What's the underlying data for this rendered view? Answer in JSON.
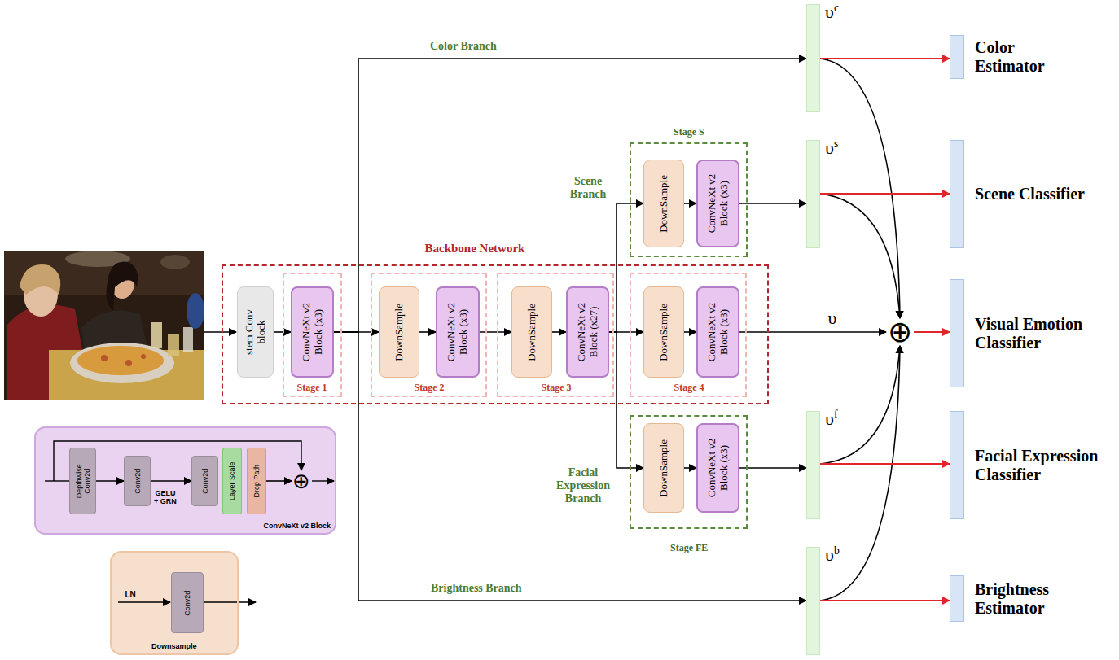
{
  "diagram": {
    "nodes": [
      {
        "text": [
          "Backbone Network"
        ]
      },
      {
        "text": [
          "stem Conv block"
        ],
        "in": 0
      },
      {
        "text": [
          "Stage 1"
        ],
        "in": 0
      },
      {
        "text": [
          "ConvNeXt v2 Block (x3)"
        ],
        "in": 2
      },
      {
        "text": [
          "Stage 2"
        ],
        "in": 0
      },
      {
        "text": [
          "DownSample"
        ],
        "in": 4
      },
      {
        "text": [
          "ConvNeXt v2 Block (x3)"
        ],
        "in": 4
      },
      {
        "text": [
          "Stage 3"
        ],
        "in": 0
      },
      {
        "text": [
          "DownSample"
        ],
        "in": 7
      },
      {
        "text": [
          "ConvNeXt v2 Block (x27)"
        ],
        "in": 7
      },
      {
        "text": [
          "Stage 4"
        ],
        "in": 0
      },
      {
        "text": [
          "DownSample"
        ],
        "in": 10
      },
      {
        "text": [
          "ConvNeXt v2 Block (x3)"
        ],
        "in": 10
      },
      {
        "text": [
          "Stage S"
        ]
      },
      {
        "text": [
          "DownSample"
        ],
        "in": 13
      },
      {
        "text": [
          "ConvNeXt v2 Block (x3)"
        ],
        "in": 13
      },
      {
        "text": [
          "Stage FE"
        ]
      },
      {
        "text": [
          "DownSample"
        ],
        "in": 16
      },
      {
        "text": [
          "ConvNeXt v2 Block (x3)"
        ],
        "in": 16
      },
      {
        "text": [
          "υc"
        ]
      },
      {
        "text": [
          "υs"
        ]
      },
      {
        "text": [
          "⊕"
        ]
      },
      {
        "text": [
          "υf"
        ]
      },
      {
        "text": [
          "υb"
        ]
      },
      {
        "text": [
          "Color Estimator"
        ]
      },
      {
        "text": [
          "Scene Classifier"
        ]
      },
      {
        "text": [
          "Visual Emotion Classifier"
        ]
      },
      {
        "text": [
          "Facial Expression Classifier"
        ]
      },
      {
        "text": [
          "Brightness Estimator"
        ]
      },
      {
        "text": [
          "ConvNeXt v2 Block"
        ]
      },
      {
        "text": [
          "Depthwise Conv2d"
        ],
        "in": 29
      },
      {
        "text": [
          "Conv2d"
        ],
        "in": 29
      },
      {
        "text": [
          "Conv2d"
        ],
        "in": 29
      },
      {
        "text": [
          "Layer Scale"
        ],
        "in": 29
      },
      {
        "text": [
          "Drop Path"
        ],
        "in": 29
      },
      {
        "text": [
          "⊕"
        ],
        "in": 29
      },
      {
        "text": [
          "Downsample"
        ]
      },
      {
        "text": [
          "Conv2d"
        ],
        "in": 36
      }
    ],
    "edges": [
      {
        "from": 1,
        "to": 3,
        "arrow": "to"
      },
      {
        "from": 3,
        "to": 5,
        "arrow": "to"
      },
      {
        "from": 5,
        "to": 6,
        "arrow": "to"
      },
      {
        "from": 6,
        "to": 8,
        "arrow": "to"
      },
      {
        "from": 8,
        "to": 9,
        "arrow": "to"
      },
      {
        "from": 9,
        "to": 11,
        "arrow": "to"
      },
      {
        "from": 11,
        "to": 12,
        "arrow": "to"
      },
      {
        "from": 9,
        "to": 14,
        "label": "Scene Branch",
        "arrow": "to"
      },
      {
        "from": 14,
        "to": 15,
        "arrow": "to"
      },
      {
        "from": 9,
        "to": 17,
        "label": "Facial Expression Branch",
        "arrow": "to"
      },
      {
        "from": 17,
        "to": 18,
        "arrow": "to"
      },
      {
        "from": 3,
        "to": 19,
        "label": "Color Branch",
        "arrow": "to"
      },
      {
        "from": 3,
        "to": 23,
        "label": "Brightness Branch",
        "arrow": "to"
      },
      {
        "from": 15,
        "to": 20,
        "arrow": "to"
      },
      {
        "from": 18,
        "to": 22,
        "arrow": "to"
      },
      {
        "from": 12,
        "to": 21,
        "label": "υ",
        "arrow": "to"
      },
      {
        "from": 19,
        "to": 21,
        "arrow": "to"
      },
      {
        "from": 20,
        "to": 21,
        "arrow": "to"
      },
      {
        "from": 22,
        "to": 21,
        "arrow": "to"
      },
      {
        "from": 23,
        "to": 21,
        "arrow": "to"
      },
      {
        "from": 19,
        "to": 24,
        "arrow": "to"
      },
      {
        "from": 20,
        "to": 25,
        "arrow": "to"
      },
      {
        "from": 21,
        "to": 26,
        "arrow": "to"
      },
      {
        "from": 22,
        "to": 27,
        "arrow": "to"
      },
      {
        "from": 23,
        "to": 28,
        "arrow": "to"
      },
      {
        "from": 30,
        "to": 31,
        "arrow": "to"
      },
      {
        "from": 31,
        "to": 32,
        "label": "GELU + GRN",
        "arrow": "to"
      },
      {
        "from": 34,
        "to": 35,
        "arrow": "to"
      }
    ],
    "labels": [
      "LN"
    ]
  }
}
